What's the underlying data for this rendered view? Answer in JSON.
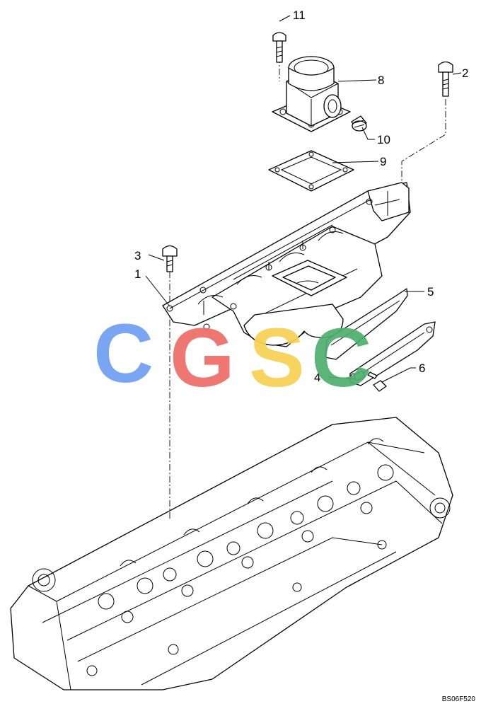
{
  "labels": {
    "p1": "1",
    "p2": "2",
    "p3": "3",
    "p4": "4",
    "p5": "5",
    "p6": "6",
    "p8": "8",
    "p9": "9",
    "p10": "10",
    "p11": "11"
  },
  "watermark": {
    "c1": "C",
    "g": "G",
    "s": "S",
    "c2": "C",
    "colors": {
      "c1": "#6f9ff3",
      "g": "#ee6d68",
      "s": "#f7d154",
      "c2": "#4fb06f"
    }
  },
  "drawing_code": "BS06F520",
  "colors": {
    "line": "#000000",
    "background": "#ffffff"
  }
}
